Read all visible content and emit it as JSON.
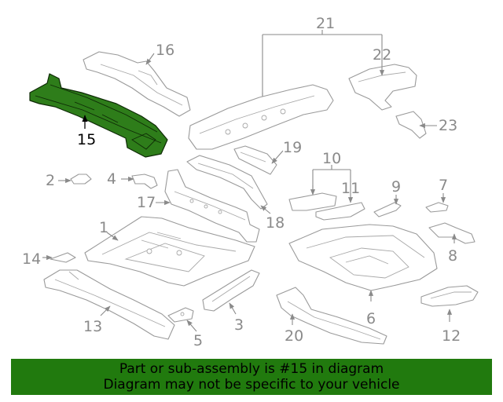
{
  "diagram": {
    "highlight_color": "#2e7d1a",
    "callouts": {
      "c1": "1",
      "c2": "2",
      "c3": "3",
      "c4": "4",
      "c5": "5",
      "c6": "6",
      "c7": "7",
      "c8": "8",
      "c9": "9",
      "c10": "10",
      "c11": "11",
      "c12": "12",
      "c13": "13",
      "c14": "14",
      "c15": "15",
      "c16": "16",
      "c17": "17",
      "c18": "18",
      "c19": "19",
      "c20": "20",
      "c21": "21",
      "c22": "22",
      "c23": "23"
    }
  },
  "banner": {
    "background": "#217a0e",
    "line1": "Part or sub-assembly is #15 in diagram",
    "line2": "Diagram may not be specific to your vehicle"
  }
}
